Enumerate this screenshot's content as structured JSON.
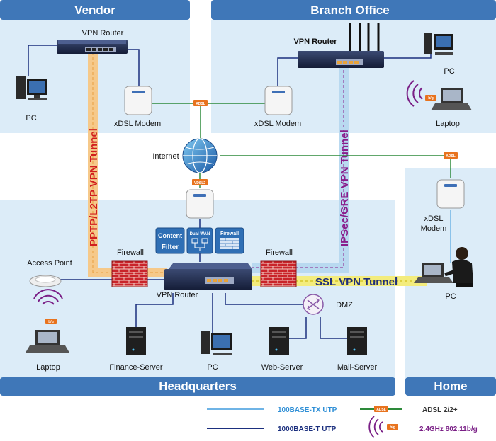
{
  "regions": {
    "vendor": "Vendor",
    "branch": "Branch Office",
    "headquarters": "Headquarters",
    "home": "Home"
  },
  "devices": {
    "vendor_router": "VPN Router",
    "vendor_pc": "PC",
    "vendor_modem": "xDSL Modem",
    "branch_router": "VPN Router",
    "branch_modem": "xDSL Modem",
    "branch_pc": "PC",
    "branch_laptop": "Laptop",
    "internet": "Internet",
    "home_modem": "xDSL\nModem",
    "home_pc": "PC",
    "access_point": "Access Point",
    "hq_laptop": "Laptop",
    "firewall_left": "Firewall",
    "firewall_right": "Firewall",
    "hq_router": "VPN Router",
    "dmz": "DMZ",
    "finance_server": "Finance-Server",
    "hq_pc": "PC",
    "web_server": "Web-Server",
    "mail_server": "Mail-Server"
  },
  "tags": {
    "adsl": "ADSL",
    "vdsl": "VDSL2",
    "bg": "b/g"
  },
  "tunnels": {
    "pptp": "PPTP/L2TP VPN Tunnel",
    "ipsec": "IPSec/GRE VPN Tunnel",
    "ssl": "SSL VPN Tunnel"
  },
  "features": {
    "content_line1": "Content",
    "content_line2": "Filter",
    "dualwan": "Dual WAN",
    "firewall": "Firewall"
  },
  "legend": {
    "fast": "100BASE-TX UTP",
    "gig": "1000BASE-T UTP",
    "adsl": "ADSL 2/2+",
    "wifi": "2.4GHz 802.11b/g"
  },
  "colors": {
    "region_bg": "#dcecf8",
    "header": "#3f77b8",
    "line_fast": "#6fb4e6",
    "line_gig": "#1b2f7e",
    "line_adsl": "#2d8a3a",
    "pptp_tunnel": "#f6c98a",
    "ipsec_tunnel": "#b9d9f0",
    "ssl_tunnel": "#f3ec7d",
    "pptp_text": "#d11f1f",
    "ipsec_text": "#8a1e8c",
    "ssl_text": "#1f2f7c",
    "wifi_text": "#7a1f86"
  }
}
